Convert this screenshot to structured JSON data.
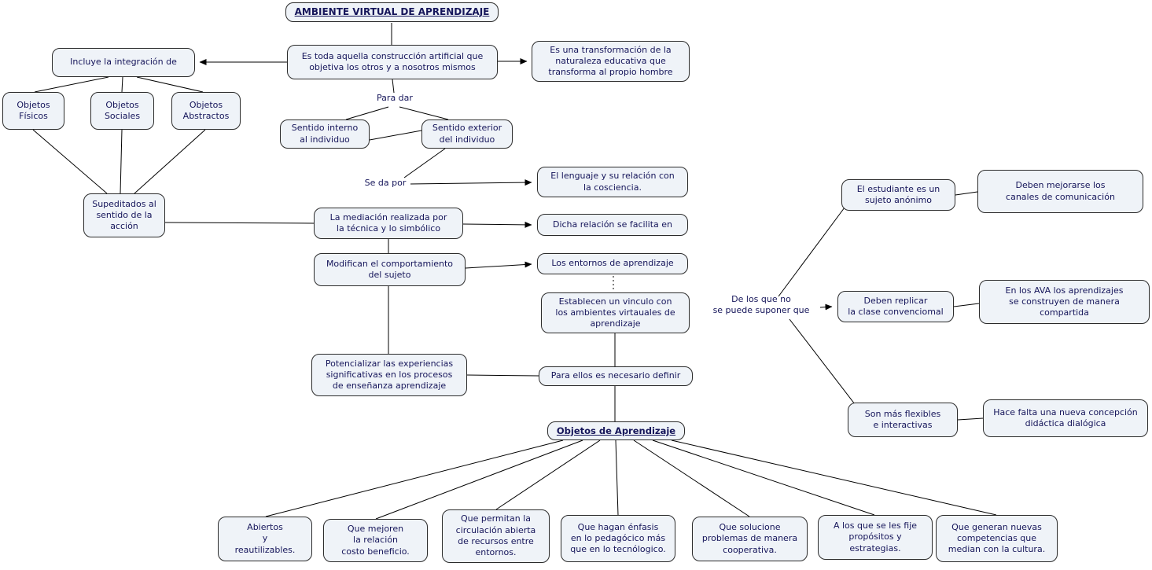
{
  "map": {
    "title": "AMBIENTE VIRTUAL DE APRENDIZAJE",
    "nodes": {
      "construccion": "Es toda aquella construcción artificial que\nobjetiva los otros y a nosotros mismos",
      "incluye": "Incluye la integración de",
      "transformacion": "Es una transformación de la\nnaturaleza educativa que\ntransforma al propio hombre",
      "objetos_fisicos": "Objetos\nFísicos",
      "objetos_sociales": "Objetos\nSociales",
      "objetos_abstractos": "Objetos\nAbstractos",
      "sentido_interno": "Sentido interno\nal individuo",
      "sentido_exterior": "Sentido exterior\ndel individuo",
      "lenguaje": "El lenguaje y su relación con\nla cosciencia.",
      "supeditados": "Supeditados al\nsentido de la\nacción",
      "mediacion": "La mediación realizada por\nla técnica  y lo simbólico",
      "dicha_relacion": "Dicha relación se facilita en",
      "modifican": "Modifican el comportamiento\ndel sujeto",
      "entornos": "Los entornos de aprendizaje",
      "establecen": "Establecen un vinculo con\nlos ambientes virtauales de\naprendizaje",
      "estudiante": "El estudiante es un\nsujeto anónimo",
      "mejorarse": "Deben mejorarse los\ncanales de comunicación",
      "replicar": "Deben replicar\nla clase convenciomal",
      "ava": "En los AVA los aprendizajes\nse construyen de manera\ncompartida",
      "flexibles": "Son más flexibles\ne interactivas",
      "hace_falta": "Hace falta una nueva concepción\ndidáctica dialógica",
      "potencializar": "Potencializar las experiencias\nsignificativas en los procesos\nde enseñanza aprendizaje",
      "para_ellos": "Para ellos es necesario definir",
      "objetos_aprendizaje": "Objetos de Aprendizaje",
      "abiertos": "Abiertos\ny\nreautilizables.",
      "costo_beneficio": "Que mejoren\nla relación\ncosto beneficio.",
      "circulacion": "Que permitan la\ncirculación abierta\nde recursos entre\nentornos.",
      "enfasis": "Que hagan énfasis\nen lo pedagócico más\nque en lo tecnólogico.",
      "solucione": "Que solucione\nproblemas de manera\ncooperativa.",
      "propositos": "A los que se les fije\npropósitos y\nestrategias.",
      "competencias": "Que generan nuevas\ncompetencias que\nmedian con la cultura."
    },
    "link_labels": {
      "para_dar": "Para dar",
      "se_da_por": "Se da por",
      "de_los_que": "De los que no\nse puede suponer que"
    },
    "colors": {
      "node_fill": "#eff3f8",
      "node_border": "#2b2b2b",
      "text": "#15155a",
      "connector": "#000000",
      "background": "#ffffff"
    }
  }
}
